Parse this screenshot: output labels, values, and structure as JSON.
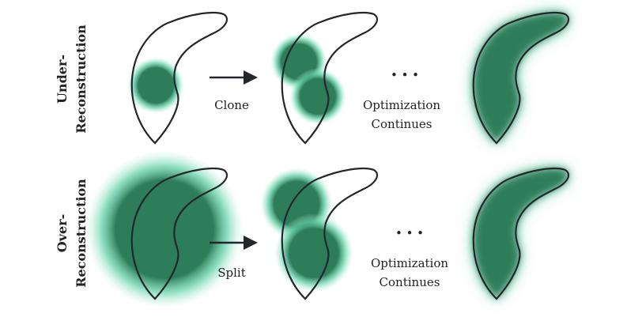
{
  "rows": [
    {
      "label_line1": "Under-",
      "label_line2": "Reconstruction",
      "operation": "Clone",
      "continues_line1": "Optimization",
      "continues_line2": "Continues",
      "ellipsis": "• • •"
    },
    {
      "label_line1": "Over-",
      "label_line2": "Reconstruction",
      "operation": "Split",
      "continues_line1": "Optimization",
      "continues_line2": "Continues",
      "ellipsis": "• • •"
    }
  ],
  "colors": {
    "gaussian": "#2e7d5a",
    "glow": "#5fd1a8",
    "outline": "#23262b"
  }
}
